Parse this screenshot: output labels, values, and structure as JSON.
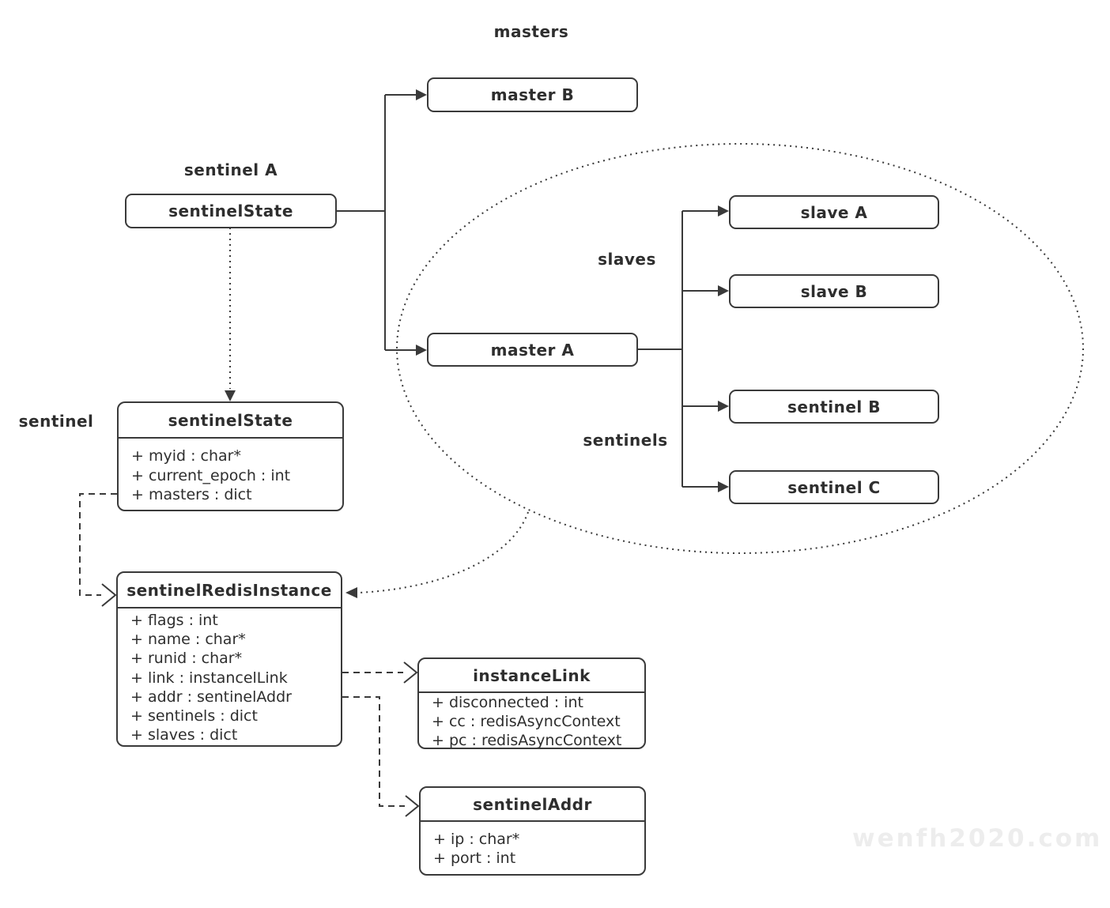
{
  "diagram": {
    "labels": {
      "masters": "masters",
      "sentinel_a": "sentinel A",
      "sentinel": "sentinel",
      "slaves": "slaves",
      "sentinels": "sentinels"
    },
    "nodes": {
      "master_b": "master B",
      "sentinel_state_node": "sentinelState",
      "master_a": "master A",
      "slave_a": "slave A",
      "slave_b": "slave B",
      "sentinel_b": "sentinel B",
      "sentinel_c": "sentinel C"
    },
    "classes": {
      "sentinel_state": {
        "title": "sentinelState",
        "fields": [
          "+ myid : char*",
          "+ current_epoch : int",
          "+ masters : dict"
        ]
      },
      "sentinel_redis_instance": {
        "title": "sentinelRedisInstance",
        "fields": [
          "+ flags : int",
          "+ name : char*",
          "+ runid : char*",
          "+ link : instancelLink",
          "+ addr : sentinelAddr",
          "+ sentinels : dict",
          "+ slaves : dict"
        ]
      },
      "instance_link": {
        "title": "instanceLink",
        "fields": [
          "+ disconnected : int",
          "+ cc : redisAsyncContext",
          "+ pc : redisAsyncContext"
        ]
      },
      "sentinel_addr": {
        "title": "sentinelAddr",
        "fields": [
          "+ ip : char*",
          "+ port : int"
        ]
      }
    },
    "watermark": "wenfh2020.com",
    "colors": {
      "line": "#3a3a3a",
      "text": "#2e2e2e",
      "watermark": "#ededed",
      "background": "#ffffff"
    }
  }
}
